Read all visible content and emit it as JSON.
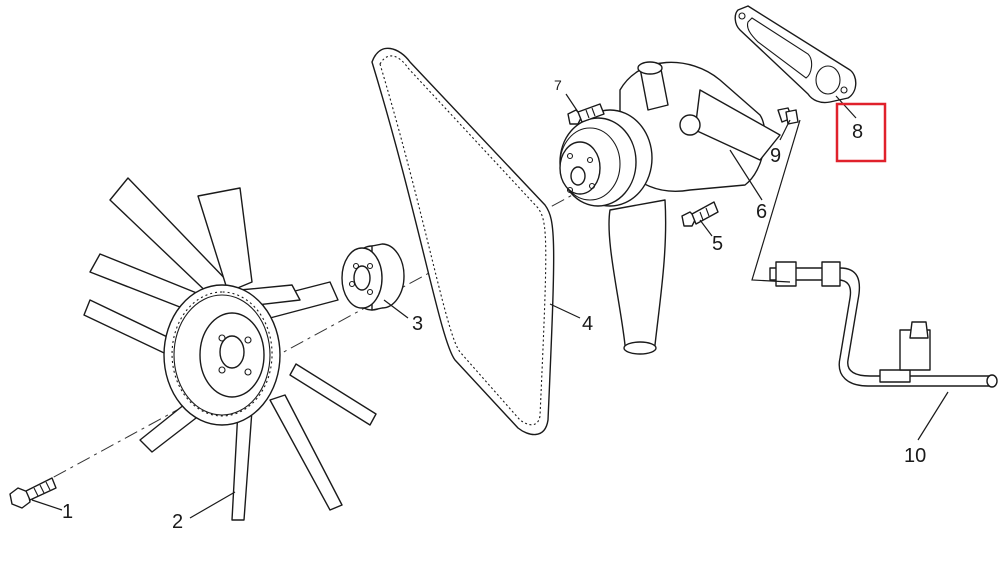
{
  "callouts": [
    {
      "id": "1",
      "label": "1"
    },
    {
      "id": "2",
      "label": "2"
    },
    {
      "id": "3",
      "label": "3"
    },
    {
      "id": "4",
      "label": "4"
    },
    {
      "id": "5",
      "label": "5"
    },
    {
      "id": "6",
      "label": "6"
    },
    {
      "id": "7",
      "label": "7"
    },
    {
      "id": "8",
      "label": "8"
    },
    {
      "id": "9",
      "label": "9"
    },
    {
      "id": "10",
      "label": "10"
    }
  ],
  "highlight": {
    "callout": "8",
    "color": "#e0212b"
  }
}
